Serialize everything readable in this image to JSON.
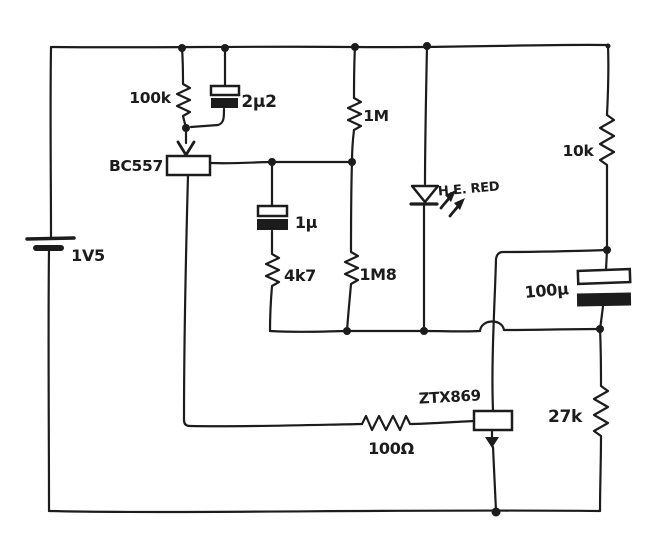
{
  "colors": {
    "ink": "#1c1c1c",
    "paper": "#ffffff"
  },
  "components": {
    "battery": {
      "label": "1V5",
      "type": "battery"
    },
    "resistor_100k": {
      "label": "100k",
      "type": "resistor"
    },
    "cap_2u2": {
      "label": "2µ2",
      "type": "capacitor"
    },
    "transistor_bc557": {
      "label": "BC557",
      "type": "transistor"
    },
    "resistor_1m": {
      "label": "1M",
      "type": "resistor"
    },
    "cap_1u": {
      "label": "1µ",
      "type": "capacitor"
    },
    "resistor_4k7": {
      "label": "4k7",
      "type": "resistor"
    },
    "resistor_1m8": {
      "label": "1M8",
      "type": "resistor"
    },
    "led": {
      "label": "H.E. RED",
      "type": "led"
    },
    "resistor_10k": {
      "label": "10k",
      "type": "resistor"
    },
    "cap_100u": {
      "label": "100µ",
      "type": "capacitor"
    },
    "transistor_ztx869": {
      "label": "ZTX869",
      "type": "transistor"
    },
    "resistor_100ohm": {
      "label": "100Ω",
      "type": "resistor"
    },
    "resistor_27k": {
      "label": "27k",
      "type": "resistor"
    }
  }
}
